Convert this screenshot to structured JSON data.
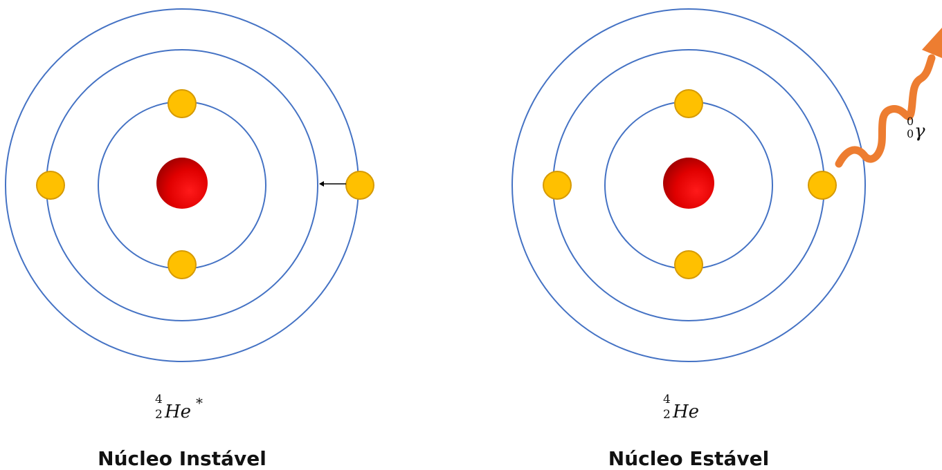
{
  "colors": {
    "orbit": "#4472C4",
    "electron": "#FFC000",
    "nucleus": "#E00000",
    "photon": "#ED7D31",
    "arrow": "#000000"
  },
  "left_atom": {
    "symbol": "He",
    "mass_number": "4",
    "atomic_number": "2",
    "excited_mark": "*",
    "title": "Núcleo Instável"
  },
  "right_atom": {
    "symbol": "He",
    "mass_number": "4",
    "atomic_number": "2",
    "title": "Núcleo Estável"
  },
  "photon": {
    "symbol": "γ",
    "mass_number": "0",
    "atomic_number": "0"
  }
}
